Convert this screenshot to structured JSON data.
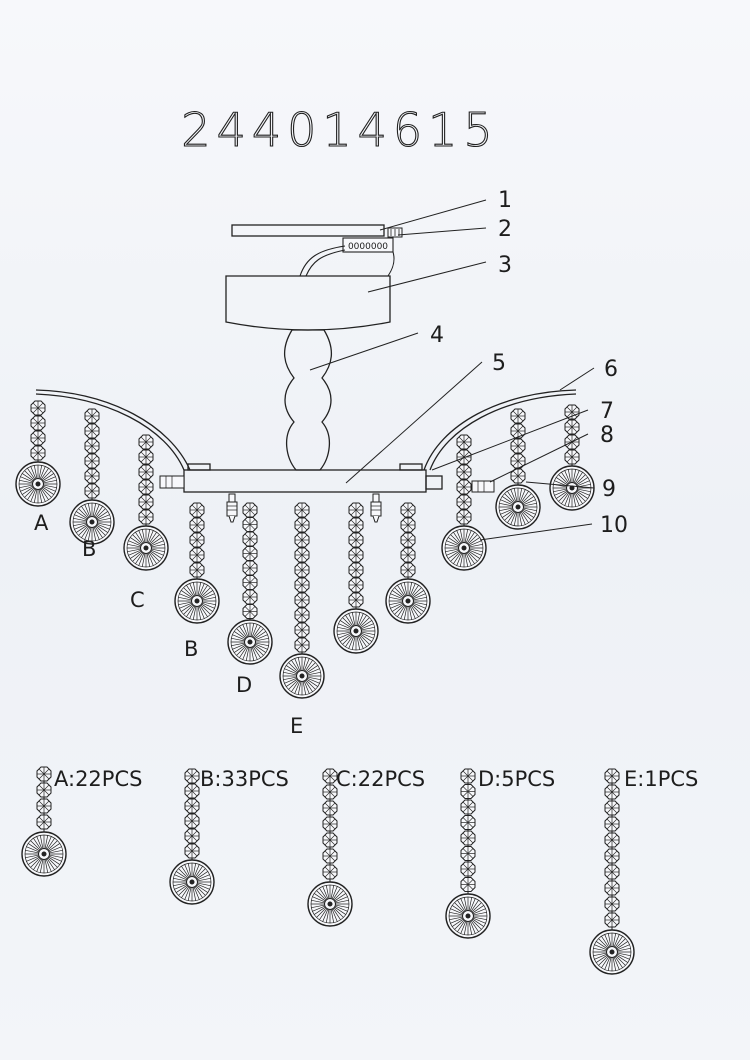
{
  "model_number": "244014615",
  "part_numbers": [
    "1",
    "2",
    "3",
    "4",
    "5",
    "6",
    "7",
    "8",
    "9",
    "10"
  ],
  "terminal_block_text": "0000000",
  "pendant_labels": {
    "left_a": "A",
    "left_b": "B",
    "left_c": "C",
    "center_b": "B",
    "center_d": "D",
    "center_e": "E"
  },
  "parts_list": [
    {
      "label": "A:22PCS",
      "type": "A"
    },
    {
      "label": "B:33PCS",
      "type": "B"
    },
    {
      "label": "C:22PCS",
      "type": "C"
    },
    {
      "label": "D:5PCS",
      "type": "D"
    },
    {
      "label": "E:1PCS",
      "type": "E"
    }
  ],
  "colors": {
    "ink": "#222222",
    "paper": "#f4f6fa"
  }
}
